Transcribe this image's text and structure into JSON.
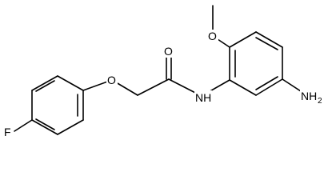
{
  "molecule": {
    "atoms": {
      "fluorine": "F",
      "ether_oxygen": "O",
      "carbonyl_oxygen": "O",
      "amide_nitrogen": "N",
      "amide_hydrogen": "H",
      "methoxy_oxygen": "O",
      "amine_nitrogen": "N",
      "amine_hydrogen": "H",
      "amine_h_count": "2"
    },
    "colors": {
      "ink": "#000000",
      "background": "#ffffff"
    }
  }
}
